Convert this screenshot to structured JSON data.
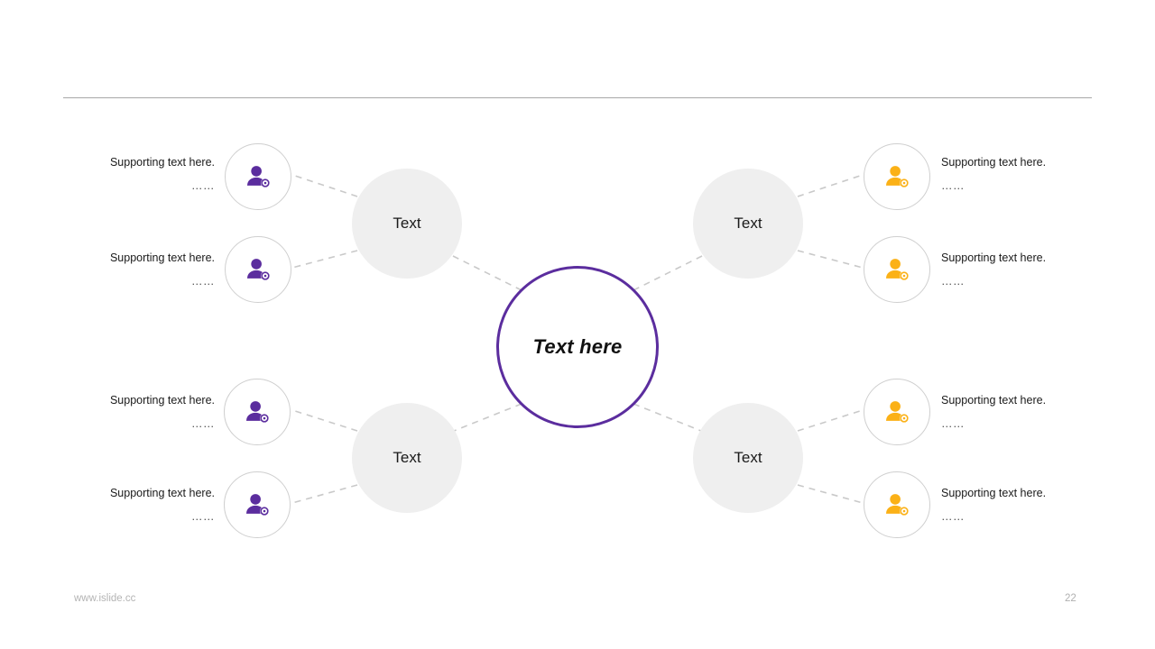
{
  "slide": {
    "page_number": "22",
    "footer_url": "www.islide.cc",
    "accent_purple": "#5b2d9e",
    "accent_orange": "#fbb117",
    "bubble_gray": "#efefef",
    "connector_gray": "#c9c9c9"
  },
  "hub": {
    "label": "Text here"
  },
  "branches": [
    {
      "id": "top-left",
      "label": "Text"
    },
    {
      "id": "top-right",
      "label": "Text"
    },
    {
      "id": "bottom-left",
      "label": "Text"
    },
    {
      "id": "bottom-right",
      "label": "Text"
    }
  ],
  "nodes": [
    {
      "id": "left-1",
      "side": "left",
      "icon": "user-settings-icon",
      "icon_color": "#5b2d9e",
      "caption_line1": "Supporting text here.",
      "caption_line2": "……"
    },
    {
      "id": "left-2",
      "side": "left",
      "icon": "user-settings-icon",
      "icon_color": "#5b2d9e",
      "caption_line1": "Supporting text here.",
      "caption_line2": "……"
    },
    {
      "id": "left-3",
      "side": "left",
      "icon": "user-settings-icon",
      "icon_color": "#5b2d9e",
      "caption_line1": "Supporting text here.",
      "caption_line2": "……"
    },
    {
      "id": "left-4",
      "side": "left",
      "icon": "user-settings-icon",
      "icon_color": "#5b2d9e",
      "caption_line1": "Supporting text here.",
      "caption_line2": "……"
    },
    {
      "id": "right-1",
      "side": "right",
      "icon": "user-settings-icon",
      "icon_color": "#fbb117",
      "caption_line1": "Supporting text here.",
      "caption_line2": "……"
    },
    {
      "id": "right-2",
      "side": "right",
      "icon": "user-settings-icon",
      "icon_color": "#fbb117",
      "caption_line1": "Supporting text here.",
      "caption_line2": "……"
    },
    {
      "id": "right-3",
      "side": "right",
      "icon": "user-settings-icon",
      "icon_color": "#fbb117",
      "caption_line1": "Supporting text here.",
      "caption_line2": "……"
    },
    {
      "id": "right-4",
      "side": "right",
      "icon": "user-settings-icon",
      "icon_color": "#fbb117",
      "caption_line1": "Supporting text here.",
      "caption_line2": "……"
    }
  ]
}
